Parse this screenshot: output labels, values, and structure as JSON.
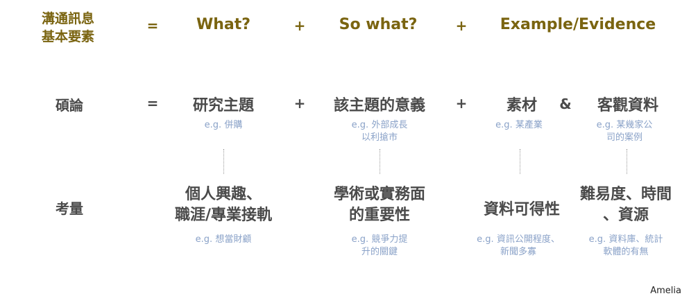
{
  "header": {
    "label_line1": "溝通訊息",
    "label_line2": "基本要素",
    "eq": "=",
    "what": "What?",
    "plus1": "+",
    "so_what": "So what?",
    "plus2": "+",
    "example": "Example/Evidence"
  },
  "thesis": {
    "label": "碩論",
    "eq": "=",
    "topic": "研究主題",
    "plus1": "+",
    "meaning": "該主題的意義",
    "plus2": "+",
    "material": "素材",
    "amp": "&",
    "data": "客觀資料",
    "ex_topic": "e.g. 併購",
    "ex_meaning_1": "e.g. 外部成長",
    "ex_meaning_2": "以利搶市",
    "ex_material": "e.g. 某產業",
    "ex_data_1": "e.g. 某幾家公",
    "ex_data_2": "司的案例"
  },
  "consider": {
    "label": "考量",
    "c1_line1": "個人興趣、",
    "c1_line2": "職涯/專業接軌",
    "c2_line1": "學術或實務面",
    "c2_line2": "的重要性",
    "c3": "資料可得性",
    "c4_line1": "難易度、時間",
    "c4_line2": "、資源",
    "ex_c1": "e.g. 想當財顧",
    "ex_c2_1": "e.g. 競爭力提",
    "ex_c2_2": "升的關鍵",
    "ex_c3_1": "e.g. 資訊公開程度、",
    "ex_c3_2": "新聞多寡",
    "ex_c4_1": "e.g. 資料庫、統計",
    "ex_c4_2": "軟體的有無"
  },
  "author": "Amelia"
}
